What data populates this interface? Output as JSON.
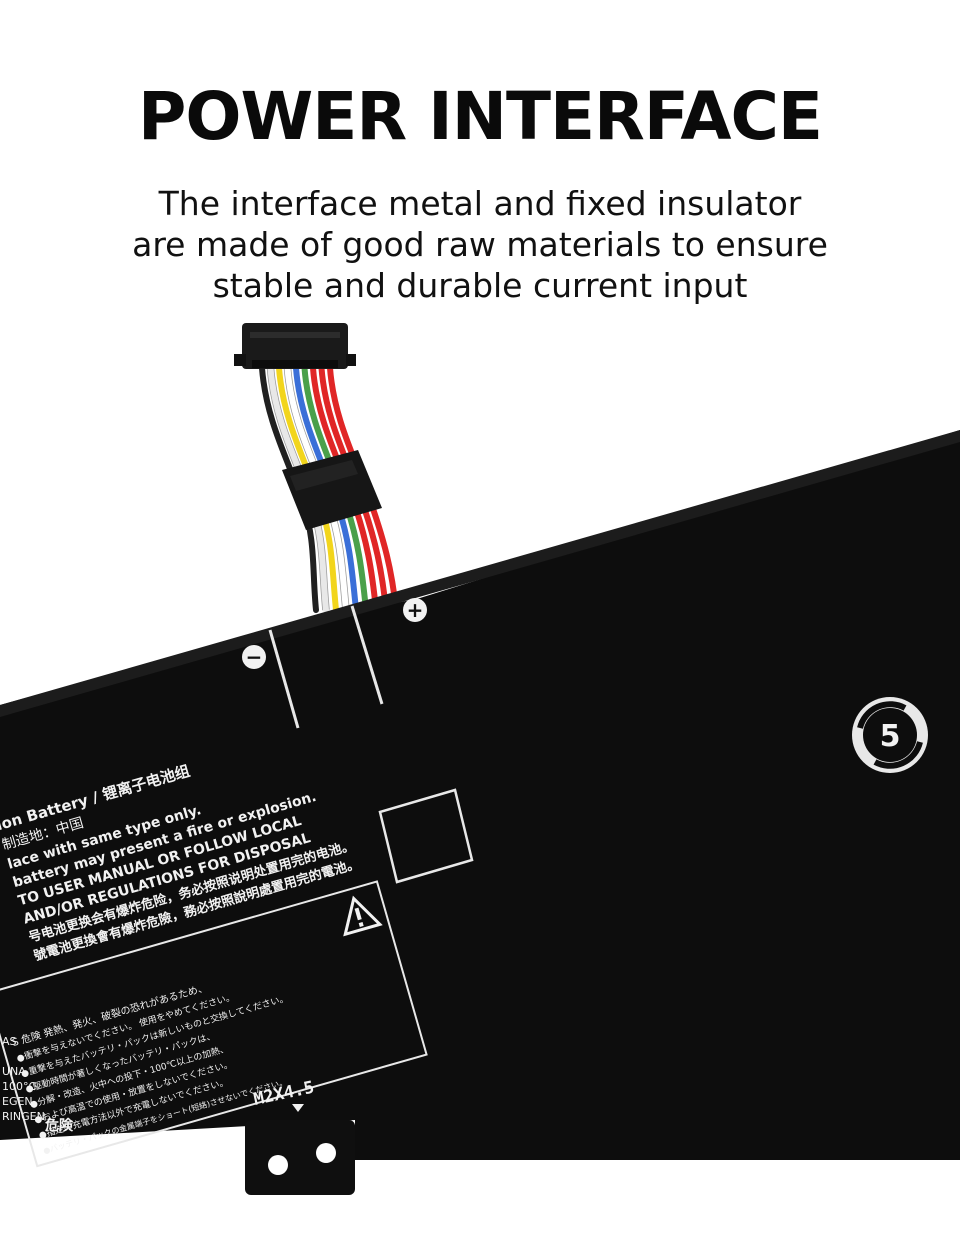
{
  "header": {
    "title": "POWER INTERFACE",
    "subtitle_lines": [
      "The interface metal and fixed insulator",
      "are made of good raw materials to ensure",
      "stable and durable current input"
    ]
  },
  "battery": {
    "negative_symbol": "−",
    "positive_symbol": "+",
    "recycle_badge": "5",
    "screw_spec": "M2X4.5",
    "label_lines": [
      "ion Battery / 锂离子电池组",
      "制造地：中国",
      "lace with same type only.",
      "battery may present a fire or explosion.",
      "TO USER MANUAL OR FOLLOW LOCAL",
      "AND/OR REGULATIONS FOR DISPOSAL",
      "号电池更换会有爆炸危险，务必按照说明处置用完的电池。",
      "號電池更換會有爆炸危險，務必按照說明處置用完的電池。"
    ],
    "warning_lines": [
      "S 危険  発熱、発火、破裂の恐れがあるため、",
      "●衝撃を与えないでください。 使用をやめてください。",
      "●重撃を与えたバッテリ・パックは新しいものと交換してください。",
      "●駆動時間が著しくなったバッテリ・パックは、",
      "●分解・改造、火中への投下・100℃以上の加熱、",
      "●および高温での使用・放置をしないでください。",
      "●指定の充電方法以外で充電しないでください。",
      "●バッテリ・パックの金属端子をショート(短絡)させないでください。"
    ],
    "side_fragments": [
      "AS",
      "UNA",
      "100°C",
      "EGEN,",
      "RINGEN"
    ],
    "bottom_warning": "危険",
    "wire_colors": [
      "#202020",
      "#e8e8e8",
      "#f2d51c",
      "#ffffff",
      "#3a6fd8",
      "#4aa04a",
      "#e02626",
      "#e02626",
      "#e02626"
    ],
    "label_color": "#0c0c0c"
  }
}
